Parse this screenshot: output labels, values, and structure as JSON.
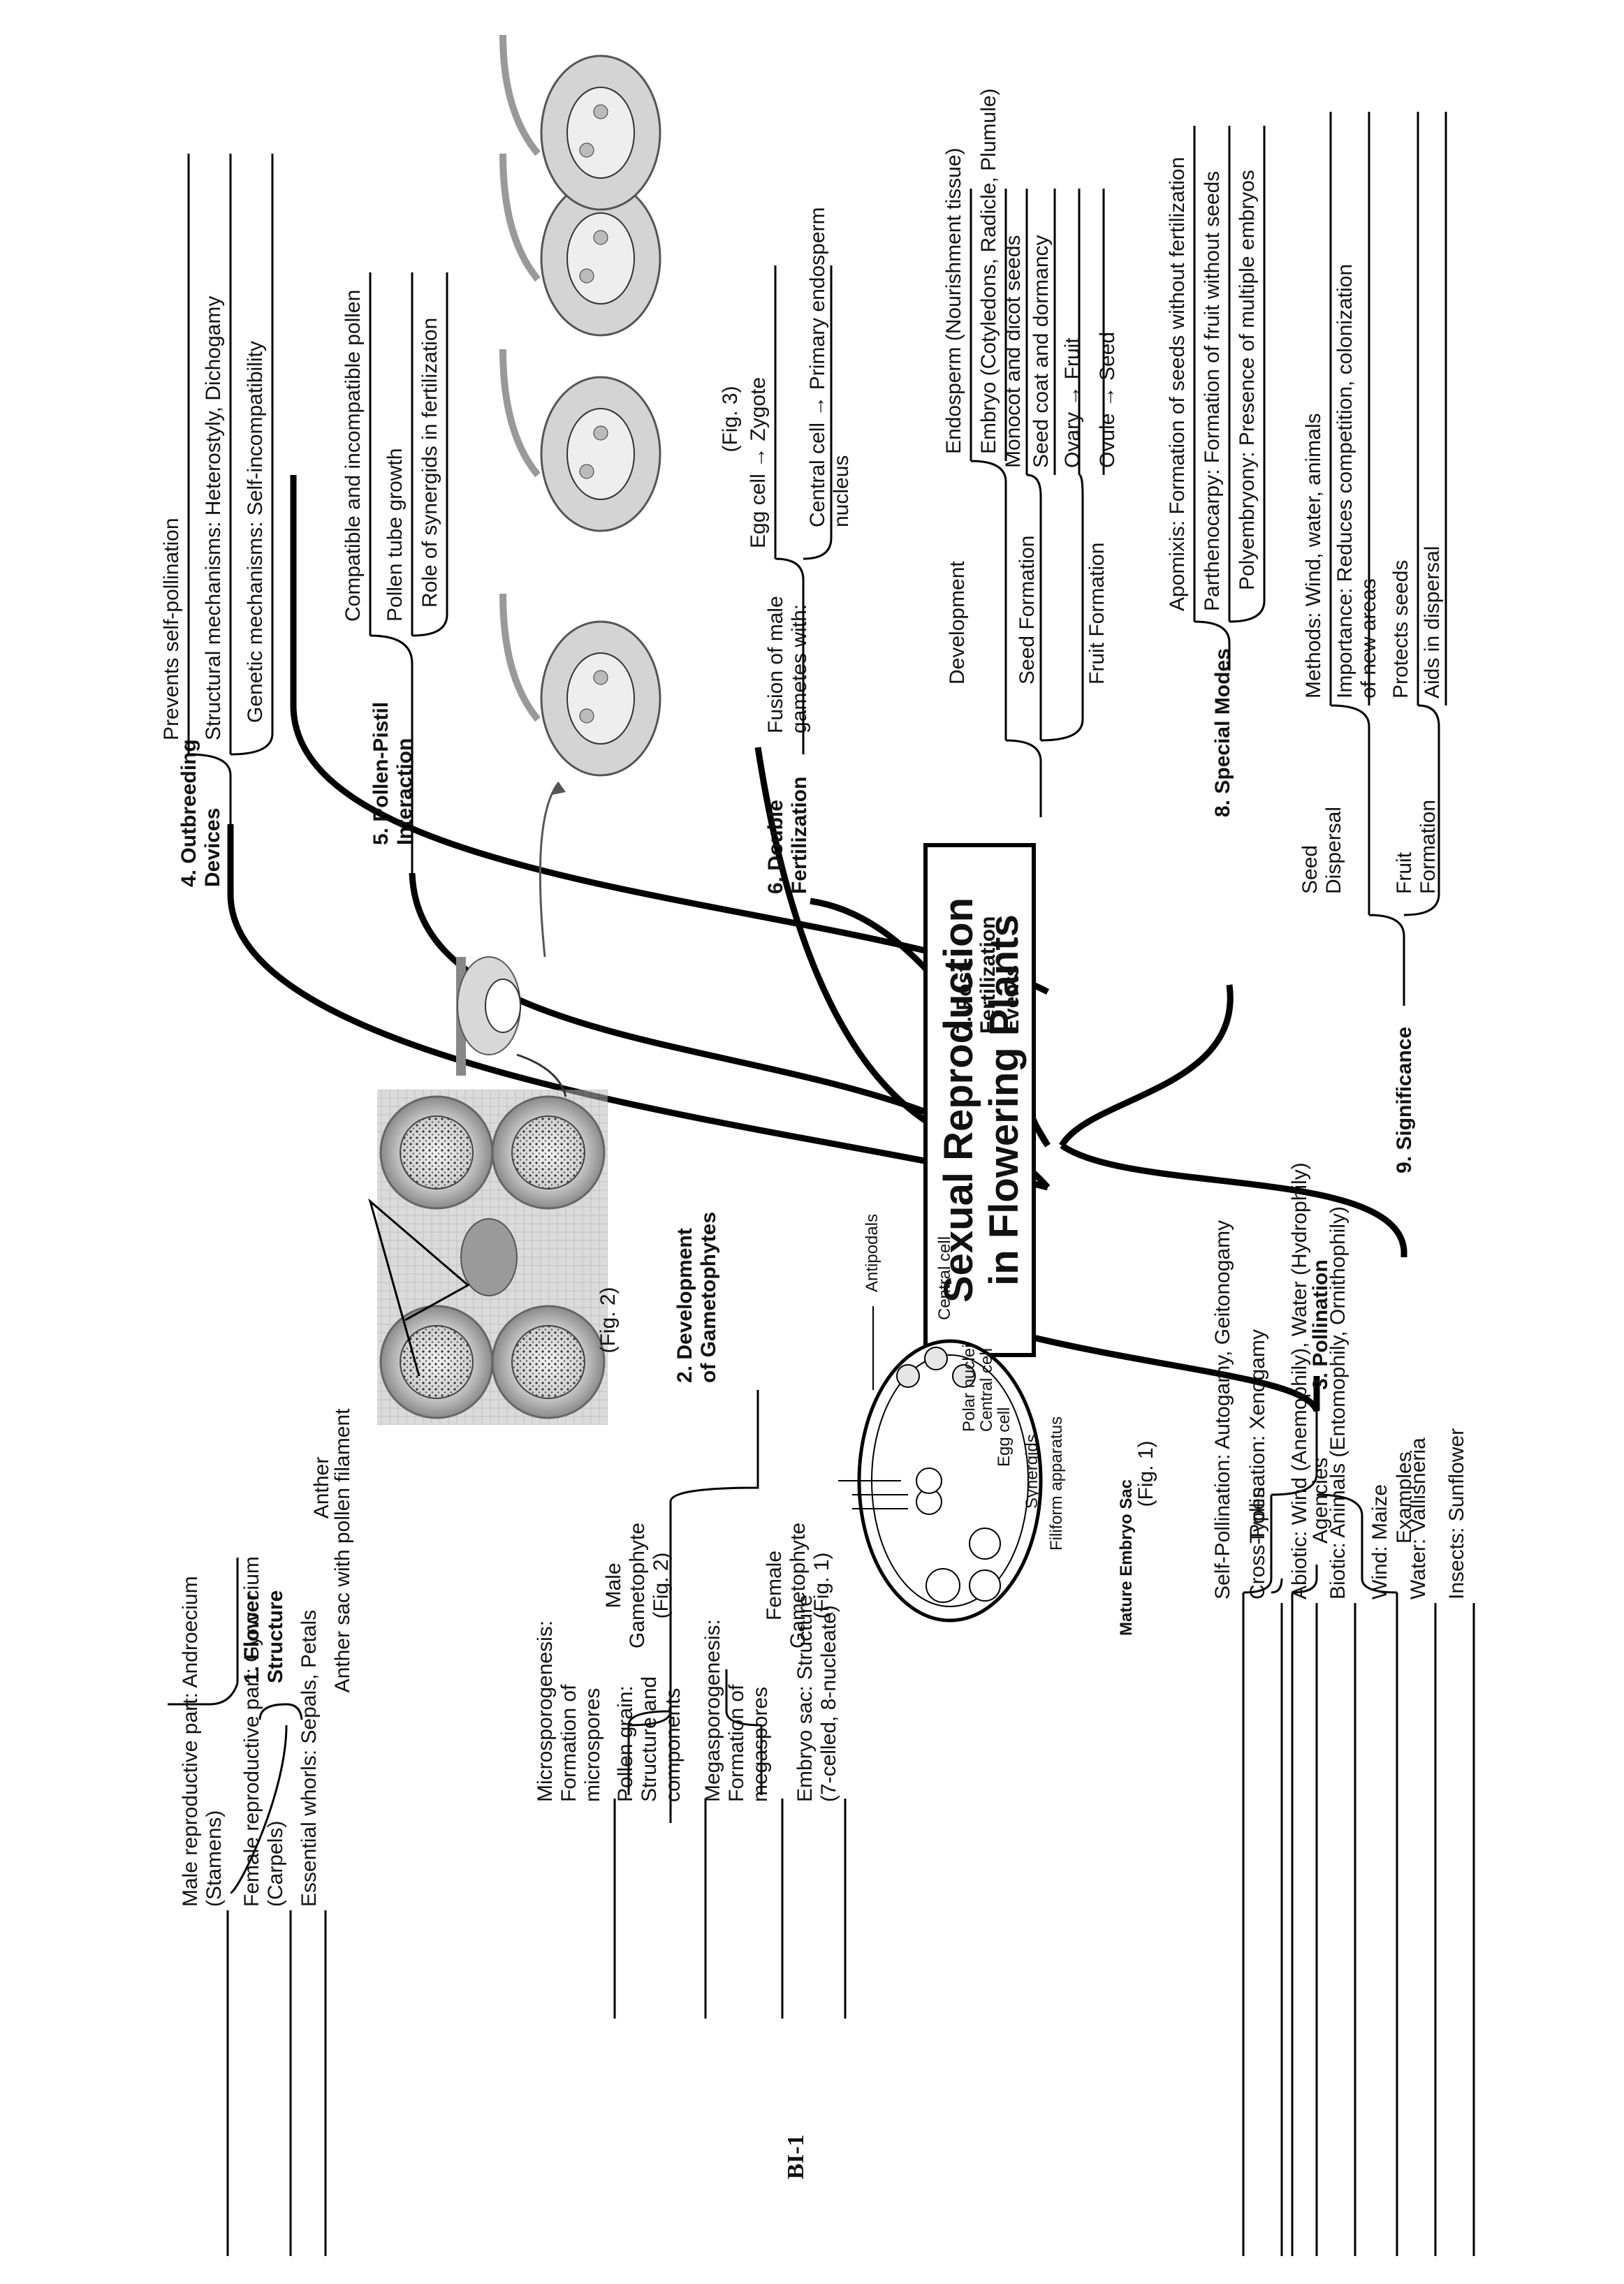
{
  "page": {
    "number": "BI-1"
  },
  "center": {
    "line1": "Sexual Reproduction",
    "line2": "in Flowering Plants"
  },
  "flower_structure": {
    "title": "1. Flower Structure",
    "items": [
      "Male reproductive part: Androecium (Stamens)",
      "Female reproductive part: Gynoecium (Carpels)",
      "Essential whorls: Sepals, Petals"
    ],
    "anther_caption": "Anther",
    "anther_sac_caption": "Anther sac with pollen filament",
    "fig": "(Fig. 2)"
  },
  "gametophytes": {
    "title": "2. Development of Gametophytes",
    "male": {
      "label": "Male Gametophyte (Fig. 2)",
      "items": [
        "Microsporogenesis: Formation of microspores",
        "Pollen grain: Structure and components"
      ]
    },
    "female": {
      "label": "Female Gametophyte (Fig. 1)",
      "items": [
        "Megasporogenesis: Formation of megaspores",
        "Embryo sac: Structure (7-celled, 8-nucleate)"
      ]
    },
    "embryo_sac": {
      "labels": [
        "Antipodals",
        "Central cell",
        "Polar nuclei",
        "Central cell",
        "Egg cell",
        "Synergids",
        "Filiform apparatus"
      ],
      "caption": "Mature Embryo Sac",
      "fig": "(Fig. 1)"
    }
  },
  "pollination": {
    "title": "3. Pollination",
    "types": {
      "label": "Types",
      "items": [
        "Self-Pollination: Autogamy, Geitonogamy",
        "Cross-Pollination: Xenogamy"
      ]
    },
    "agencies": {
      "label": "Agencies",
      "items": [
        "Abiotic: Wind (Anemophily), Water (Hydrophily)",
        "Biotic: Animals (Entomophily, Ornithophily)"
      ]
    },
    "examples": {
      "label": "Examples",
      "items": [
        "Wind: Maize",
        "Water: Vallisneria",
        "Insects: Sunflower"
      ]
    }
  },
  "outbreeding": {
    "title": "4. Outbreeding Devices",
    "items": [
      "Prevents self-pollination",
      "Structural mechanisms: Heterostyly, Dichogamy",
      "Genetic mechanisms: Self-incompatibility"
    ]
  },
  "pollen_pistil": {
    "title": "5. Pollen-Pistil Interaction",
    "items": [
      "Compatible and incompatible pollen",
      "Pollen tube growth",
      "Role of synergids in fertilization"
    ],
    "fig": "(Fig. 3)"
  },
  "double_fertilization": {
    "title": "6. Double Fertilization",
    "label": "Fusion of male gametes with:",
    "items": [
      "Egg cell → Zygote",
      "Central cell → Primary endosperm nucleus"
    ]
  },
  "post_fertilization": {
    "title": "7. Post-Fertilization Events",
    "development": {
      "label": "Development",
      "items": [
        "Endosperm (Nourishment tissue)",
        "Embryo (Cotyledons, Radicle, Plumule)"
      ]
    },
    "seed_formation": {
      "label": "Seed Formation",
      "items": [
        "Monocot and dicot seeds",
        "Seed coat and dormancy"
      ]
    },
    "fruit_formation": {
      "label": "Fruit Formation",
      "items": [
        "Ovary → Fruit",
        "Ovule → Seed"
      ]
    }
  },
  "special_modes": {
    "title": "8. Special Modes",
    "items": [
      "Apomixis: Formation of seeds without fertilization",
      "Parthenocarpy: Formation of fruit without seeds",
      "Polyembryony: Presence of multiple embryos"
    ]
  },
  "significance": {
    "title": "9. Significance",
    "seed_dispersal": {
      "label": "Seed Dispersal",
      "items": [
        "Methods: Wind, water, animals",
        "Importance: Reduces competition, colonization of new areas"
      ]
    },
    "fruit_formation": {
      "label": "Fruit Formation",
      "items": [
        "Protects seeds",
        "Aids in dispersal"
      ]
    }
  }
}
